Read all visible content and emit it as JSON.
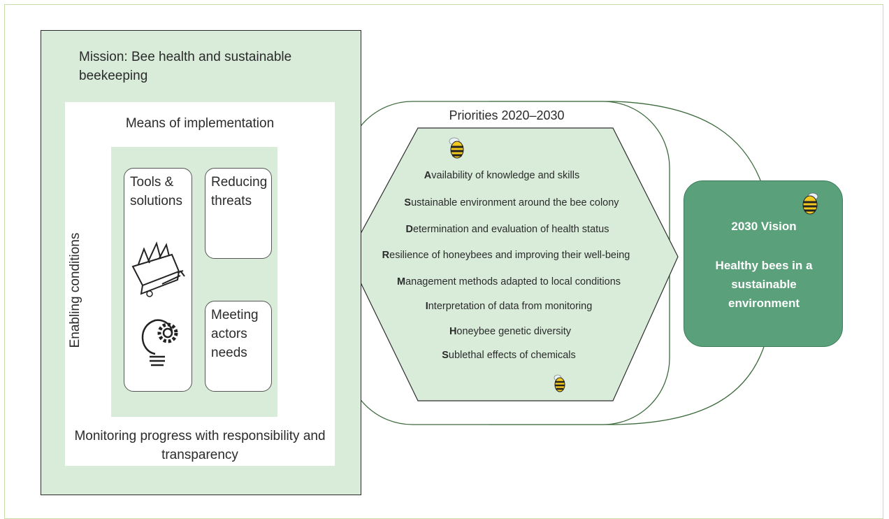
{
  "mission": {
    "title": "Mission: Bee health and sustainable beekeeping"
  },
  "means": {
    "title": "Means of implementation",
    "enabling_label": "Enabling conditions",
    "cards": {
      "tools": "Tools & solutions",
      "threats": "Reducing threats",
      "actors": "Meeting actors needs"
    },
    "monitoring": "Monitoring  progress with responsibility and transparency"
  },
  "priorities": {
    "title": "Priorities 2020–2030",
    "items": [
      {
        "first": "A",
        "rest": "vailability of knowledge and skills"
      },
      {
        "first": "S",
        "rest": "ustainable environment around the bee colony"
      },
      {
        "first": "D",
        "rest": "etermination and evaluation of health status"
      },
      {
        "first": "R",
        "rest": "esilience of honeybees and improving their well-being"
      },
      {
        "first": "M",
        "rest": "anagement methods adapted to local conditions"
      },
      {
        "first": "I",
        "rest": "nterpretation of data from monitoring"
      },
      {
        "first": "H",
        "rest": "oneybee  genetic diversity"
      },
      {
        "first": "S",
        "rest": "ublethal effects of chemicals"
      }
    ]
  },
  "vision": {
    "title": "2030 Vision",
    "text": "Healthy bees in a sustainable environment"
  },
  "colors": {
    "light_green": "#d8ecd9",
    "dark_green": "#5aa07a",
    "outline_green": "#3d6b3d"
  },
  "icons": [
    "toolbox-icon",
    "lightbulb-gear-icon",
    "bee-icon"
  ]
}
